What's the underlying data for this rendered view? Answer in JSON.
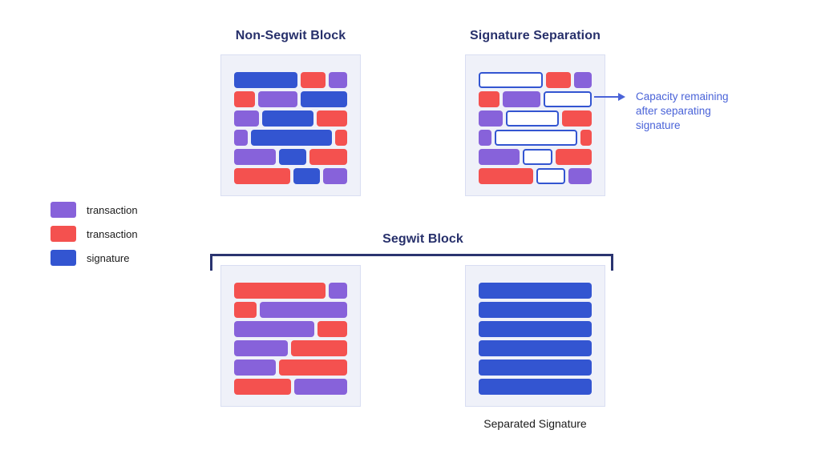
{
  "palette": {
    "transaction_purple": "#8762DA",
    "transaction_red": "#F4514F",
    "signature": "#3355D1",
    "outline_fill": "#FFFFFF",
    "title_navy": "#27306B",
    "annotation_blue": "#4A63D8",
    "box_bg": "#EFF1F9",
    "box_border": "#D9DEF2",
    "bracket": "#2A3470",
    "label_dark": "#1B1B1B"
  },
  "titles": {
    "non_segwit": "Non-Segwit Block",
    "signature_separation": "Signature Separation",
    "segwit": "Segwit Block",
    "separated_signature": "Separated Signature"
  },
  "annotation": {
    "text": "Capacity remaining after separating signature"
  },
  "legend": {
    "items": [
      {
        "type": "transaction_purple",
        "label": "transaction"
      },
      {
        "type": "transaction_red",
        "label": "transaction"
      },
      {
        "type": "signature",
        "label": "signature"
      }
    ]
  },
  "blocks": {
    "non_segwit": {
      "rows": [
        [
          {
            "t": "signature",
            "w": 80
          },
          {
            "t": "transaction_red",
            "w": 32
          },
          {
            "t": "transaction_purple",
            "w": 23
          }
        ],
        [
          {
            "t": "transaction_red",
            "w": 27
          },
          {
            "t": "transaction_purple",
            "w": 50
          },
          {
            "t": "signature",
            "w": 59
          }
        ],
        [
          {
            "t": "transaction_purple",
            "w": 32
          },
          {
            "t": "signature",
            "w": 66
          },
          {
            "t": "transaction_red",
            "w": 39
          }
        ],
        [
          {
            "t": "transaction_purple",
            "w": 17
          },
          {
            "t": "signature",
            "w": 105
          },
          {
            "t": "transaction_red",
            "w": 15
          }
        ],
        [
          {
            "t": "transaction_purple",
            "w": 54
          },
          {
            "t": "signature",
            "w": 35
          },
          {
            "t": "transaction_red",
            "w": 48
          }
        ],
        [
          {
            "t": "transaction_red",
            "w": 73
          },
          {
            "t": "signature",
            "w": 34
          },
          {
            "t": "transaction_purple",
            "w": 31
          }
        ]
      ]
    },
    "signature_separation": {
      "rows": [
        [
          {
            "t": "signature_outline",
            "w": 80
          },
          {
            "t": "transaction_red",
            "w": 32
          },
          {
            "t": "transaction_purple",
            "w": 23
          }
        ],
        [
          {
            "t": "transaction_red",
            "w": 27
          },
          {
            "t": "transaction_purple",
            "w": 50
          },
          {
            "t": "signature_outline",
            "w": 59
          }
        ],
        [
          {
            "t": "transaction_purple",
            "w": 32
          },
          {
            "t": "signature_outline",
            "w": 66
          },
          {
            "t": "transaction_red",
            "w": 39
          }
        ],
        [
          {
            "t": "transaction_purple",
            "w": 17
          },
          {
            "t": "signature_outline",
            "w": 105
          },
          {
            "t": "transaction_red",
            "w": 15
          }
        ],
        [
          {
            "t": "transaction_purple",
            "w": 54
          },
          {
            "t": "signature_outline",
            "w": 35
          },
          {
            "t": "transaction_red",
            "w": 48
          }
        ],
        [
          {
            "t": "transaction_red",
            "w": 73
          },
          {
            "t": "signature_outline",
            "w": 34
          },
          {
            "t": "transaction_purple",
            "w": 31
          }
        ]
      ]
    },
    "segwit_transactions": {
      "rows": [
        [
          {
            "t": "transaction_red",
            "w": 117
          },
          {
            "t": "transaction_purple",
            "w": 24
          }
        ],
        [
          {
            "t": "transaction_red",
            "w": 28
          },
          {
            "t": "transaction_purple",
            "w": 111
          }
        ],
        [
          {
            "t": "transaction_purple",
            "w": 102
          },
          {
            "t": "transaction_red",
            "w": 38
          }
        ],
        [
          {
            "t": "transaction_purple",
            "w": 68
          },
          {
            "t": "transaction_red",
            "w": 72
          }
        ],
        [
          {
            "t": "transaction_purple",
            "w": 53
          },
          {
            "t": "transaction_red",
            "w": 87
          }
        ],
        [
          {
            "t": "transaction_red",
            "w": 73
          },
          {
            "t": "transaction_purple",
            "w": 67
          }
        ]
      ]
    },
    "separated_signature": {
      "rows": [
        [
          {
            "t": "signature",
            "w": 143
          }
        ],
        [
          {
            "t": "signature",
            "w": 143
          }
        ],
        [
          {
            "t": "signature",
            "w": 143
          }
        ],
        [
          {
            "t": "signature",
            "w": 143
          }
        ],
        [
          {
            "t": "signature",
            "w": 143
          }
        ],
        [
          {
            "t": "signature",
            "w": 143
          }
        ]
      ]
    }
  }
}
